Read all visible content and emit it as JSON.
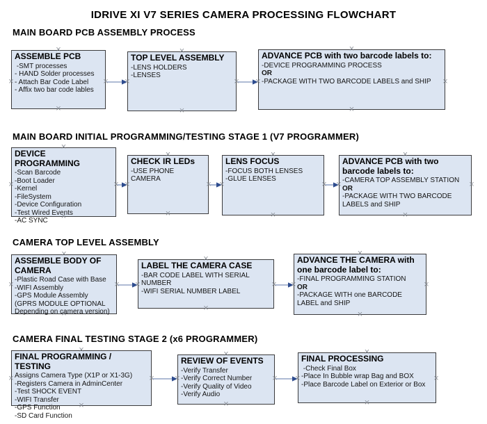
{
  "title": "IDRIVE XI V7 SERIES CAMERA PROCESSING FLOWCHART",
  "colors": {
    "box_fill": "#dce5f2",
    "box_border": "#3a3a3c",
    "arrow_line": "#93a4c6",
    "arrow_head": "#2f4d8f",
    "anchor": "#82878f",
    "text": "#141414"
  },
  "anchor_glyph": "×",
  "sections": [
    {
      "heading": "MAIN BOARD PCB ASSEMBLY PROCESS",
      "boxes": [
        {
          "title": "ASSEMBLE PCB",
          "lines": [
            " -SMT processes",
            "- HAND Solder processes",
            "- Attach Bar Code Label",
            "- Affix two bar code lables"
          ]
        },
        {
          "title": "TOP LEVEL ASSEMBLY",
          "lines": [
            "-LENS HOLDERS",
            "-LENSES"
          ]
        },
        {
          "title": "ADVANCE PCB with two barcode labels to:",
          "lines": [
            "-DEVICE PROGRAMMING PROCESS",
            {
              "text": "OR",
              "bold": true
            },
            "-PACKAGE WITH TWO BARCODE LABELS and SHIP"
          ]
        }
      ]
    },
    {
      "heading": "MAIN BOARD INITIAL PROGRAMMING/TESTING STAGE 1 (V7 PROGRAMMER)",
      "boxes": [
        {
          "title": "DEVICE PROGRAMMING",
          "lines": [
            "-Scan Barcode",
            "-Boot Loader",
            "-Kernel",
            "-FileSystem",
            "-Device Configuration",
            "-Test Wired Events",
            "-AC SYNC"
          ]
        },
        {
          "title": "CHECK IR LEDs",
          "lines": [
            "-USE PHONE CAMERA"
          ]
        },
        {
          "title": "LENS FOCUS",
          "lines": [
            "-FOCUS BOTH LENSES",
            "-GLUE LENSES"
          ]
        },
        {
          "title": "ADVANCE PCB with two barcode labels to:",
          "lines": [
            "-CAMERA TOP ASSEMBLY STATION",
            {
              "text": "OR",
              "bold": true
            },
            "-PACKAGE WITH TWO BARCODE LABELS and SHIP"
          ]
        }
      ]
    },
    {
      "heading": "CAMERA TOP LEVEL ASSEMBLY",
      "boxes": [
        {
          "title": "ASSEMBLE BODY OF CAMERA",
          "lines": [
            "-Plastic Road Case with Base",
            "-WIFI Assembly",
            "-GPS Module Assembly",
            "(GPRS MODULE OPTIONAL",
            "Depending on camera version)"
          ]
        },
        {
          "title": "LABEL THE CAMERA CASE",
          "lines": [
            "-BAR CODE LABEL WITH SERIAL NUMBER",
            "-WIFI SERIAL NUMBER LABEL"
          ]
        },
        {
          "title": "ADVANCE THE CAMERA with one barcode label to:",
          "lines": [
            "-FINAL PROGRAMMING STATION",
            {
              "text": "OR",
              "bold": true
            },
            "-PACKAGE WITH one BARCODE LABEL and SHIP"
          ]
        }
      ]
    },
    {
      "heading": "CAMERA FINAL TESTING STAGE 2 (x6 PROGRAMMER)",
      "boxes": [
        {
          "title": "FINAL PROGRAMMING / TESTING",
          "lines": [
            "Assigns Camera Type (X1P or X1-3G)",
            "-Registers Camera in AdminCenter",
            "-Test SHOCK EVENT",
            "-WIFI Transfer",
            "-GPS Function",
            "-SD Card Function"
          ]
        },
        {
          "title": "REVIEW OF EVENTS",
          "lines": [
            "-Verify Transfer",
            "-Verify Correct Number",
            "-Verify Quality of Video",
            "-Verify Audio"
          ]
        },
        {
          "title": "FINAL PROCESSING",
          "lines": [
            " -Check Final Box",
            "-Place In Bubble wrap Bag and BOX",
            "-Place Barcode Label on Exterior or Box"
          ]
        }
      ]
    }
  ]
}
